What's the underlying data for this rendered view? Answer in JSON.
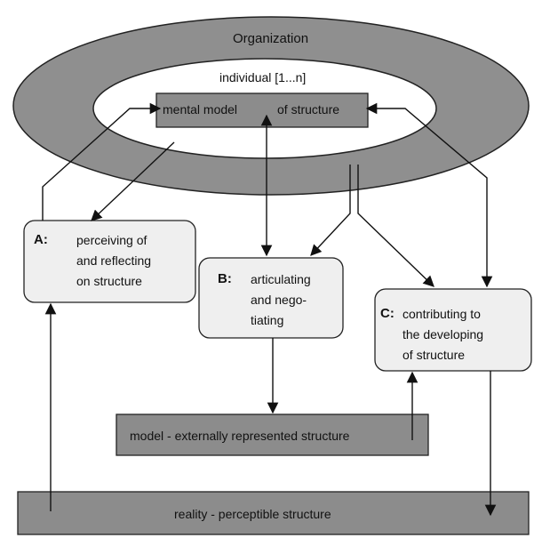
{
  "organization_label": "Organization",
  "individual_label": "individual [1...n]",
  "mental_model": {
    "left": "mental model",
    "right": "of structure"
  },
  "box_a": {
    "letter": "A:",
    "lines": [
      "perceiving of",
      "and reflecting",
      "on structure"
    ]
  },
  "box_b": {
    "letter": "B:",
    "lines": [
      "articulating",
      "and nego-",
      "tiating"
    ]
  },
  "box_c": {
    "letter": "C:",
    "lines": [
      "contributing to",
      "the developing",
      "of structure"
    ]
  },
  "model_bar": "model - externally represented structure",
  "reality_bar": "reality - perceptible structure",
  "colors": {
    "ring": "#8f8f8f",
    "bar": "#8c8c8c",
    "box": "#efefef",
    "stroke": "#111111"
  }
}
